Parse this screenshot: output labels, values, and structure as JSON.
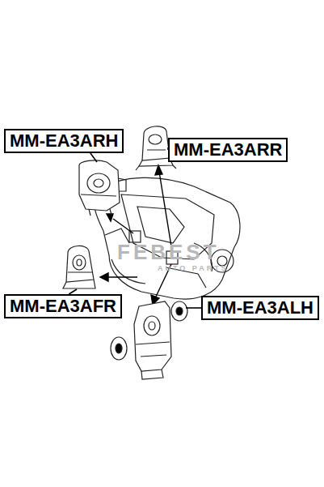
{
  "diagram": {
    "nodes": [
      {
        "text": [
          "MM-EA3ARH"
        ]
      },
      {
        "text": [
          "MM-EA3ARR"
        ]
      },
      {
        "text": [
          "MM-EA3AFR"
        ]
      },
      {
        "text": [
          "MM-EA3ALH"
        ]
      }
    ],
    "labels": [
      "FEBEST",
      "AUTO PARTS"
    ]
  }
}
